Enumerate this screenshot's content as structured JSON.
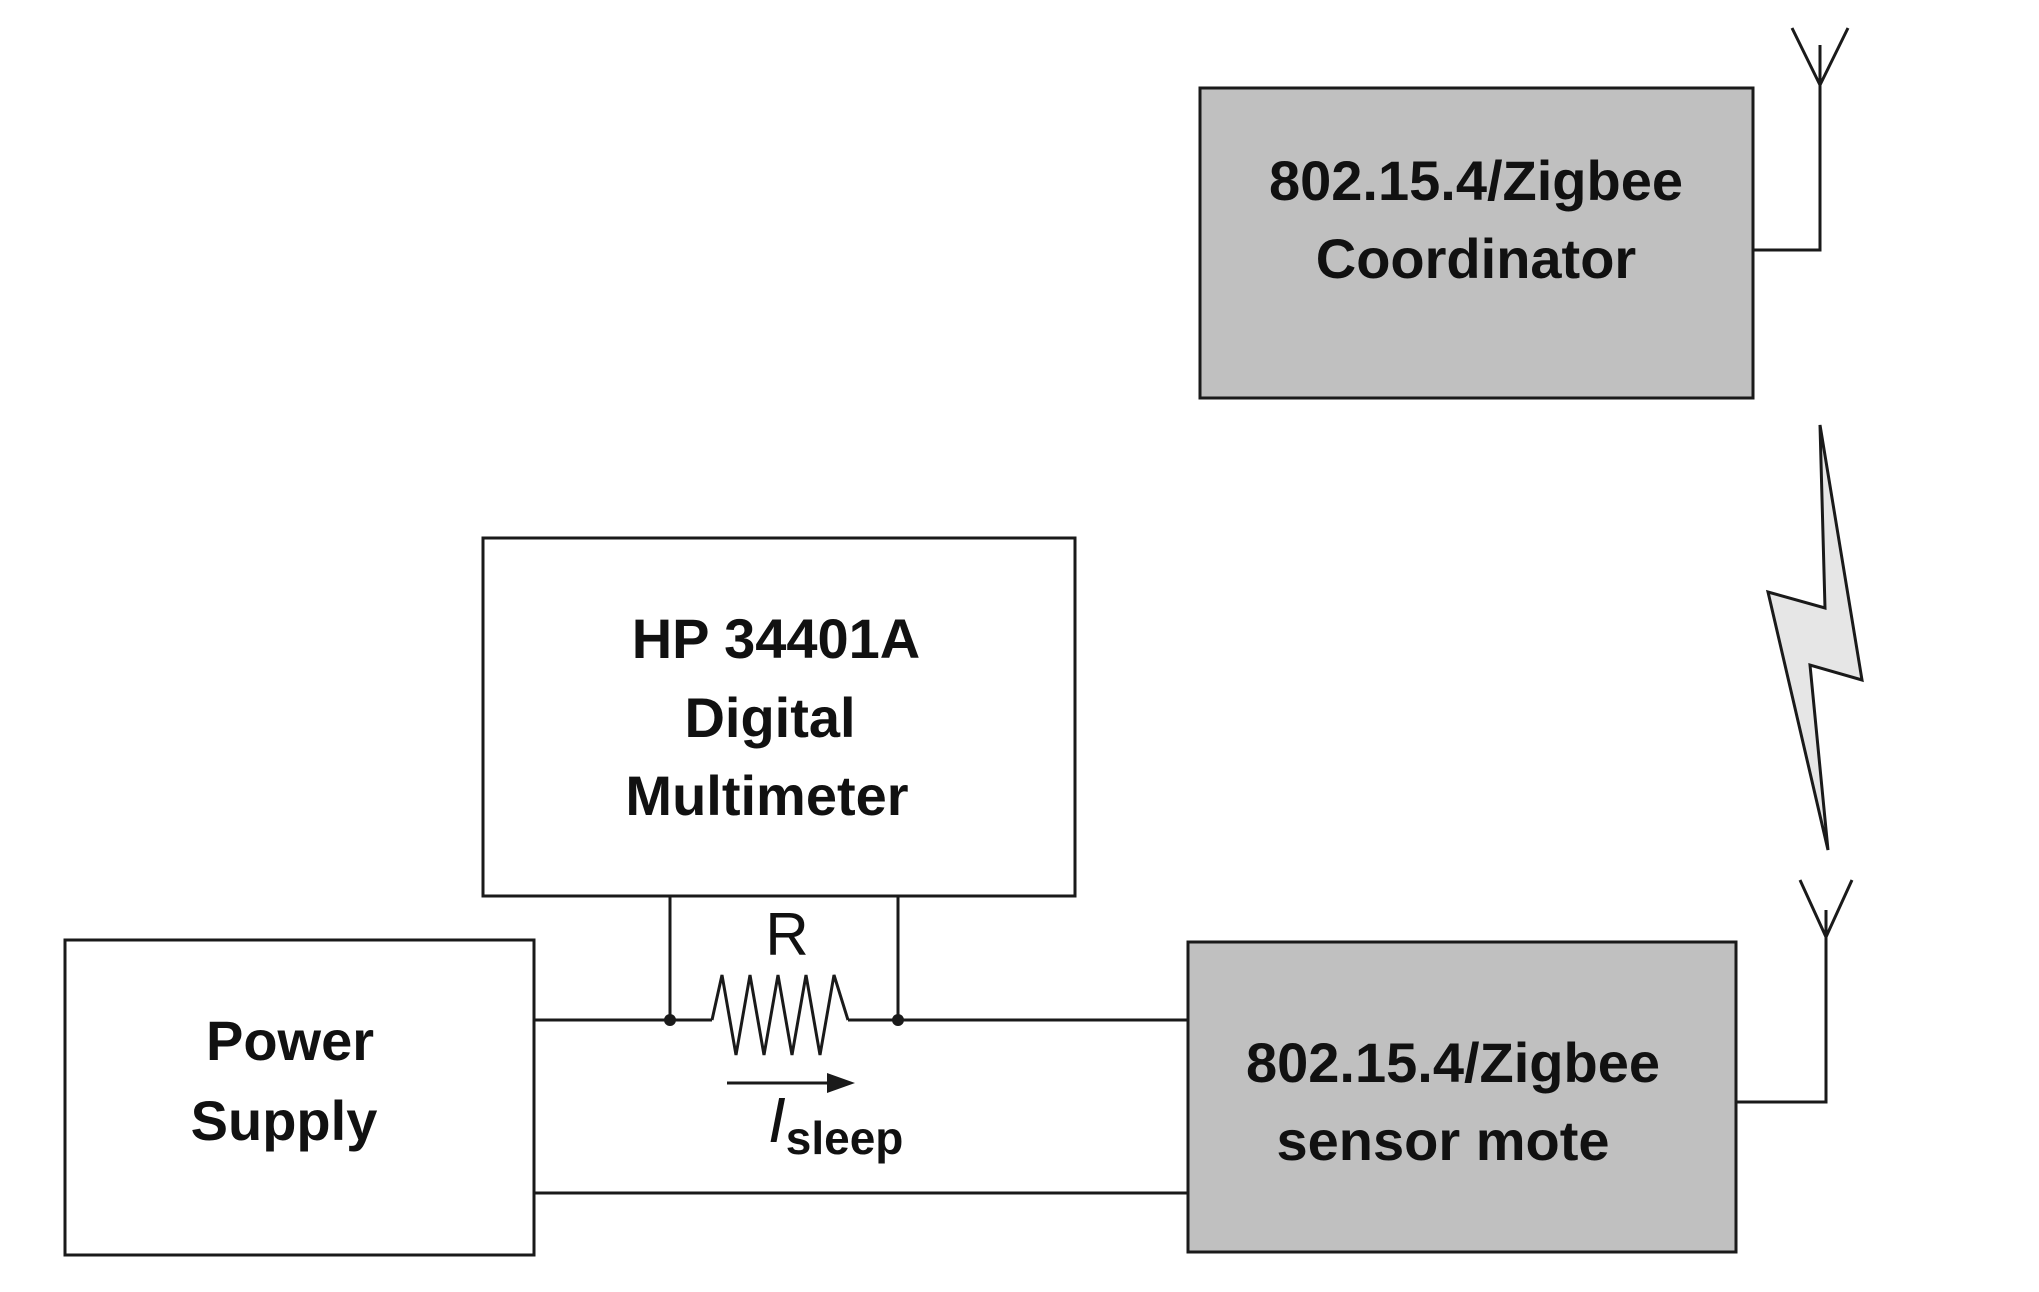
{
  "blocks": {
    "coordinator": {
      "line1": "802.15.4/Zigbee",
      "line2": "Coordinator"
    },
    "multimeter": {
      "line1": "HP 34401A",
      "line2": "Digital",
      "line3": "Multimeter"
    },
    "power_supply": {
      "line1": "Power",
      "line2": "Supply"
    },
    "sensor_mote": {
      "line1": "802.15.4/Zigbee",
      "line2": "sensor mote"
    }
  },
  "labels": {
    "resistor": "R",
    "current_symbol": "I",
    "current_subscript": "sleep"
  },
  "colors": {
    "grey_block_fill": "#c0c0c0",
    "white_block_fill": "#ffffff",
    "line_color": "#1a1a1a",
    "lightning_fill": "#e6e6e6"
  },
  "icons": {
    "antenna": "antenna-icon",
    "wireless_link": "lightning-bolt-icon",
    "resistor": "resistor-icon",
    "current_arrow": "arrow-right-icon"
  }
}
